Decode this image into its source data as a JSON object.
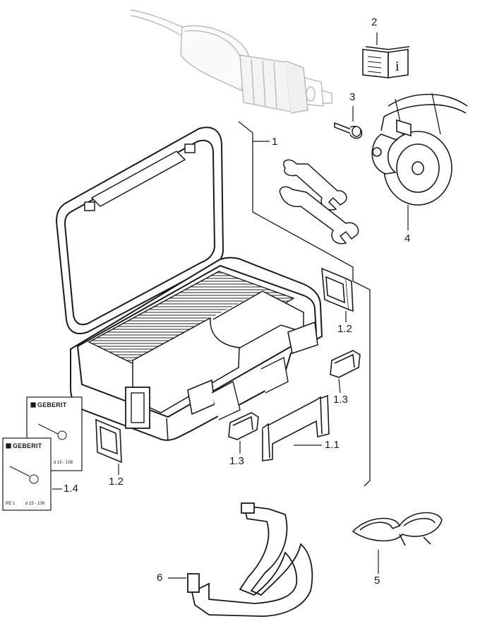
{
  "callouts": {
    "c1": "1",
    "c1_1": "1.1",
    "c1_2a": "1.2",
    "c1_2b": "1.2",
    "c1_3a": "1.3",
    "c1_3b": "1.3",
    "c1_4": "1.4",
    "c2": "2",
    "c3": "3",
    "c4": "4",
    "c5": "5",
    "c6": "6"
  },
  "manual_icon_glyph": "i",
  "cards": {
    "front": {
      "brand": "GEBERIT",
      "left_code": "RE 1",
      "right_code": "d 15 - 108"
    },
    "back": {
      "brand": "GEBERIT",
      "right_code": "d 15 - 108"
    }
  },
  "colors": {
    "line": "#1a1a1a",
    "ghost": "#b8b8b8",
    "hatch": "#555555"
  }
}
